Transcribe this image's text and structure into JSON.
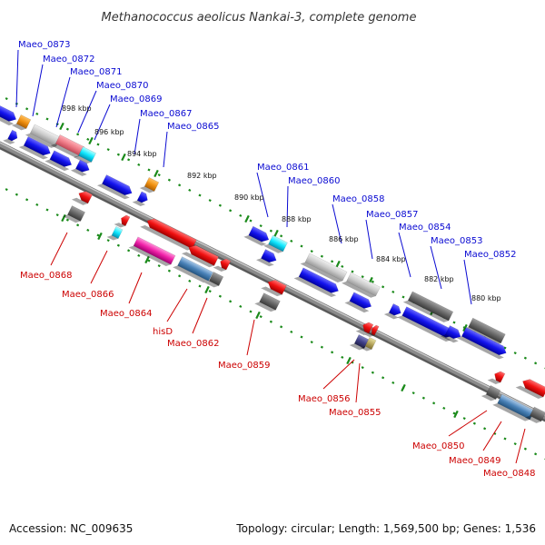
{
  "title": "Methanococcus aeolicus Nankai-3, complete genome",
  "footer": {
    "accession": "Accession: NC_009635",
    "summary": "Topology: circular; Length: 1,569,500 bp; Genes: 1,536"
  },
  "colors": {
    "forward_label": "#0a0ad2",
    "reverse_label": "#cc0000",
    "backbone": "#8a8a8a",
    "ticks": "#1a8a1a"
  },
  "ticks": [
    "898 kbp",
    "896 kbp",
    "894 kbp",
    "892 kbp",
    "890 kbp",
    "888 kbp",
    "886 kbp",
    "884 kbp",
    "882 kbp",
    "880 kbp"
  ],
  "forward_genes": [
    "Maeo_0873",
    "Maeo_0872",
    "Maeo_0871",
    "Maeo_0870",
    "Maeo_0869",
    "Maeo_0867",
    "Maeo_0865",
    "Maeo_0861",
    "Maeo_0860",
    "Maeo_0858",
    "Maeo_0857",
    "Maeo_0854",
    "Maeo_0853",
    "Maeo_0852"
  ],
  "reverse_genes": [
    "Maeo_0868",
    "Maeo_0866",
    "Maeo_0864",
    "hisD",
    "Maeo_0862",
    "Maeo_0859",
    "Maeo_0856",
    "Maeo_0855",
    "Maeo_0850",
    "Maeo_0849",
    "Maeo_0848"
  ]
}
